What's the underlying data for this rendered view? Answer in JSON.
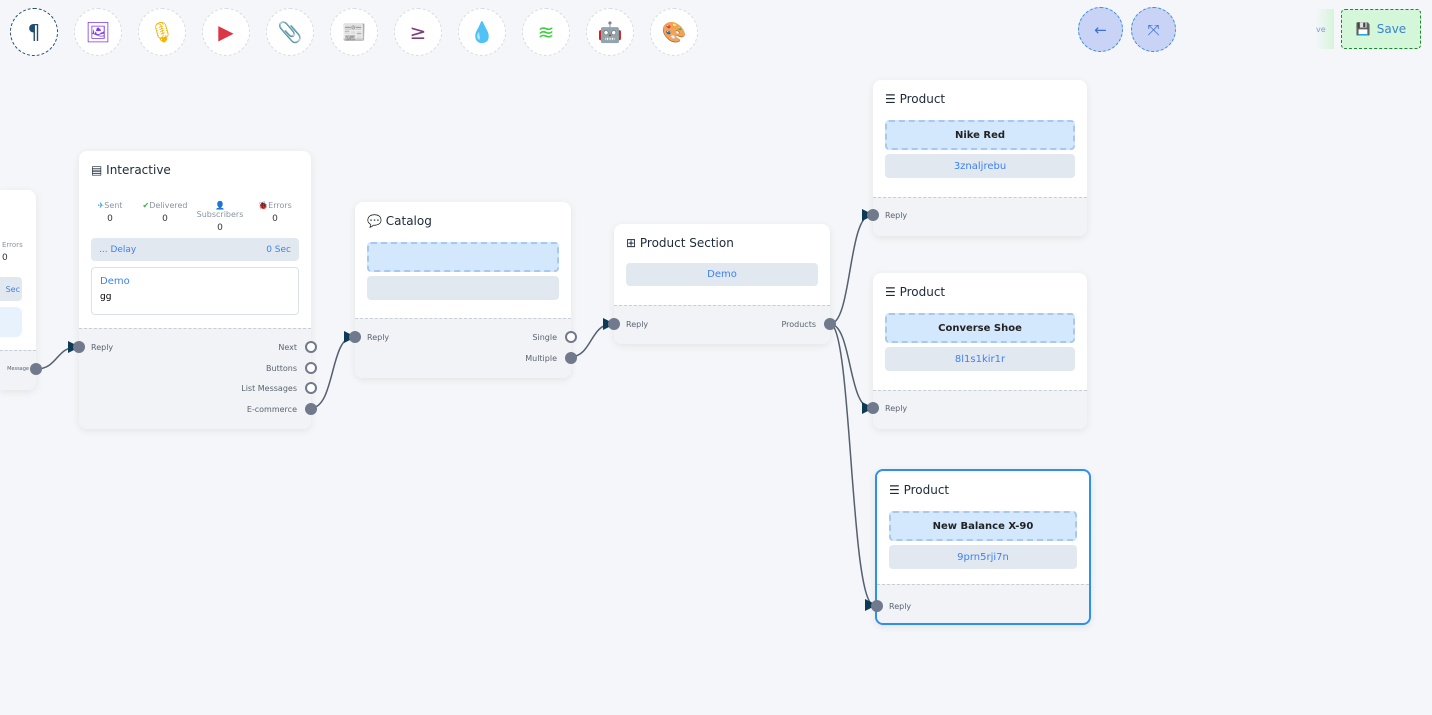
{
  "toolbar": {
    "tools": [
      {
        "icon": "paragraph-icon",
        "glyph": "¶",
        "color": "#1f4e6e"
      },
      {
        "icon": "image-icon",
        "glyph": "🖼",
        "color": "#7c3aed"
      },
      {
        "icon": "microphone-icon",
        "glyph": "🎙",
        "color": "#f5b400"
      },
      {
        "icon": "youtube-icon",
        "glyph": "▶",
        "color": "#dc3545"
      },
      {
        "icon": "paperclip-icon",
        "glyph": "📎",
        "color": "#1a9e4a"
      },
      {
        "icon": "newspaper-icon",
        "glyph": "📰",
        "color": "#f07070"
      },
      {
        "icon": "greater-equal-icon",
        "glyph": "≥",
        "color": "#7b3f7f"
      },
      {
        "icon": "droplet-icon",
        "glyph": "💧",
        "color": "#d0103a"
      },
      {
        "icon": "stack-overflow-icon",
        "glyph": "≋",
        "color": "#3ccf3c"
      },
      {
        "icon": "robot-icon",
        "glyph": "🤖",
        "color": "#1010e0"
      },
      {
        "icon": "palette-icon",
        "glyph": "🎨",
        "color": "#20c020"
      }
    ],
    "back_icon": "←",
    "fit_icon": "⤧",
    "save_label": "Save",
    "ghost_label": "ve"
  },
  "partial_node": {
    "errors_label": "Errors",
    "errors_value": "0",
    "delay_unit": "Sec",
    "port_label": "Message"
  },
  "interactive": {
    "title": "Interactive",
    "stats": [
      {
        "label": "Sent",
        "value": "0",
        "color": "#3ba0e0",
        "icon": "✈"
      },
      {
        "label": "Delivered",
        "value": "0",
        "color": "#3cb043",
        "icon": "✔"
      },
      {
        "label": "Subscribers",
        "value": "0",
        "color": "#3b82f6",
        "icon": "👤"
      },
      {
        "label": "Errors",
        "value": "0",
        "color": "#e03030",
        "icon": "🐞"
      }
    ],
    "delay_label": "... Delay",
    "delay_value": "0 Sec",
    "message_title": "Demo",
    "message_body": "gg",
    "in_port": "Reply",
    "out_ports": [
      "Next",
      "Buttons",
      "List Messages",
      "E-commerce"
    ]
  },
  "catalog": {
    "title": "Catalog",
    "in_port": "Reply",
    "out_ports": [
      "Single",
      "Multiple"
    ]
  },
  "product_section": {
    "title": "Product Section",
    "item": "Demo",
    "in_port": "Reply",
    "out_port": "Products"
  },
  "products": [
    {
      "title": "Product",
      "name": "Nike Red",
      "code": "3znaljrebu",
      "in_port": "Reply"
    },
    {
      "title": "Product",
      "name": "Converse Shoe",
      "code": "8l1s1kir1r",
      "in_port": "Reply"
    },
    {
      "title": "Product",
      "name": "New Balance X-90",
      "code": "9prn5rji7n",
      "in_port": "Reply",
      "selected": true
    }
  ]
}
